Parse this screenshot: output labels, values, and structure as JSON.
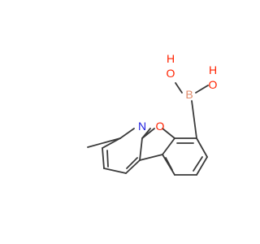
{
  "molecule": {
    "atoms": {
      "oxygen_ring": {
        "symbol": "O",
        "color": "#ff2200"
      },
      "oxygen_hydroxyl_1": {
        "symbol": "O",
        "color": "#ff2200"
      },
      "oxygen_hydroxyl_2": {
        "symbol": "O",
        "color": "#ff2200"
      },
      "hydrogen_1": {
        "symbol": "H",
        "color": "#ff2200"
      },
      "hydrogen_2": {
        "symbol": "H",
        "color": "#ff2200"
      },
      "boron": {
        "symbol": "B",
        "color": "#e08a6a"
      },
      "nitrogen": {
        "symbol": "N",
        "color": "#2020e0"
      }
    }
  }
}
